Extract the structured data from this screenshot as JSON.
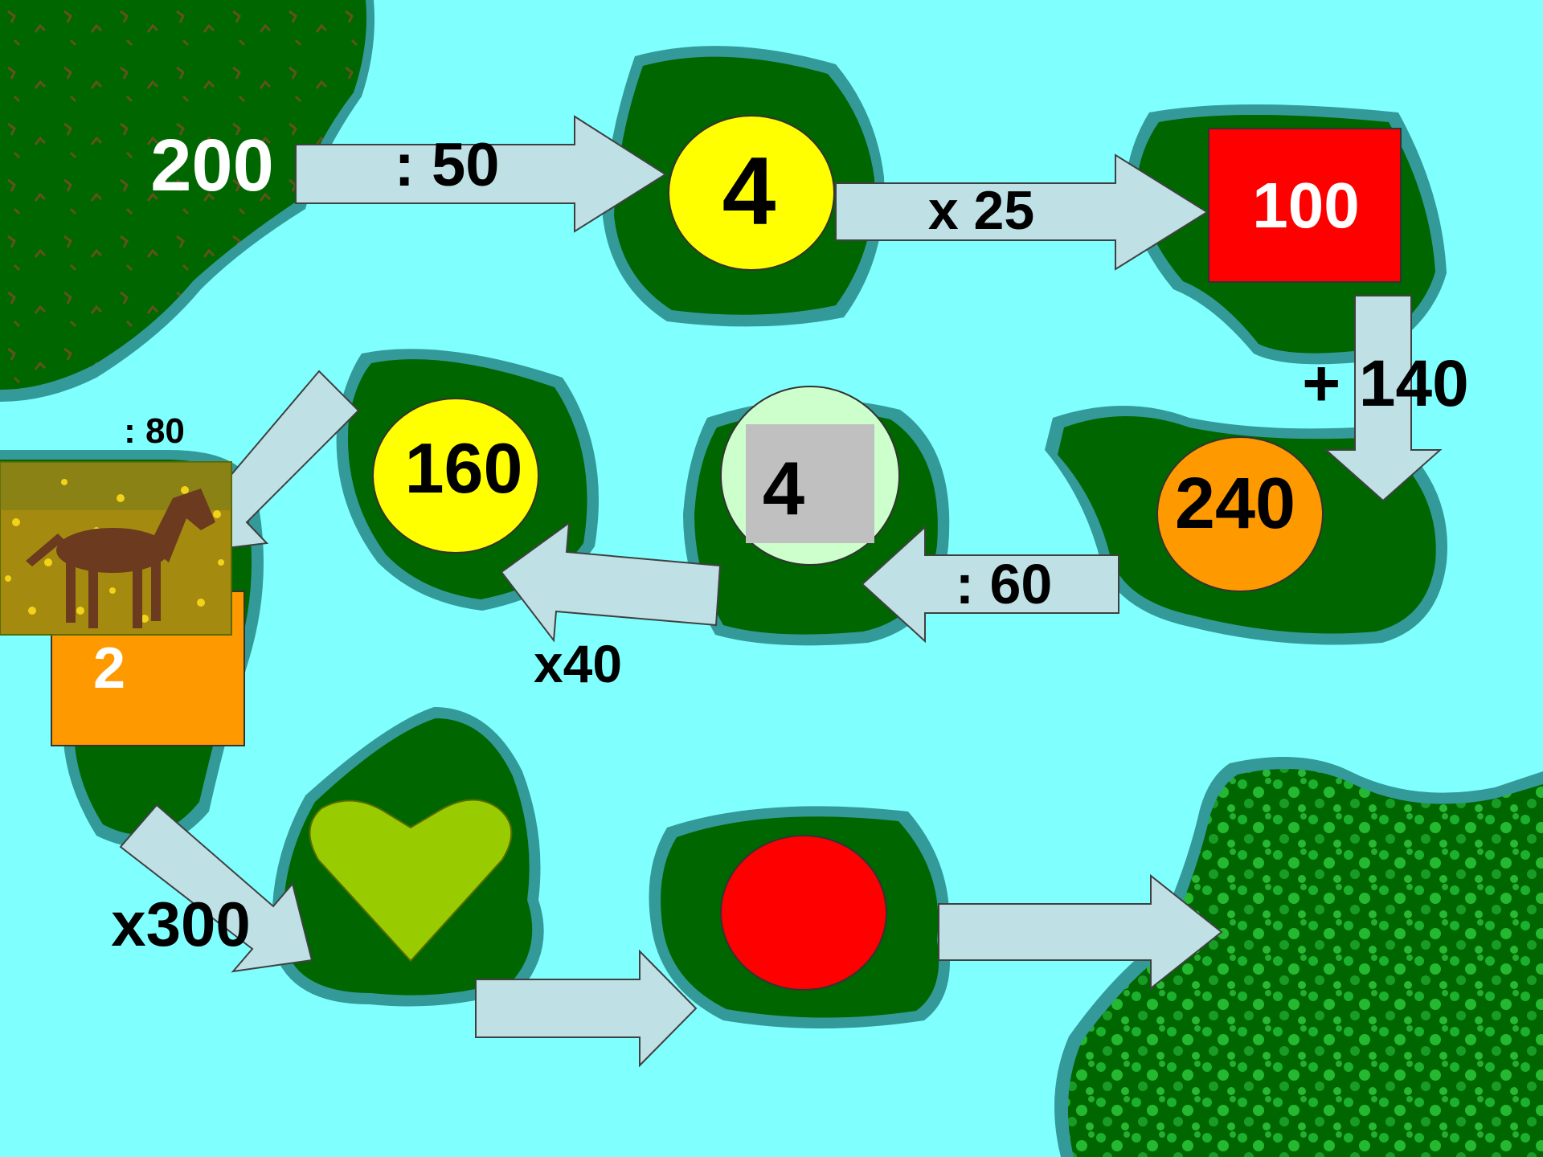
{
  "start": {
    "value": "200"
  },
  "steps": [
    {
      "op": ": 50",
      "result": "4",
      "result_shape": "circle",
      "result_color": "#ffff00"
    },
    {
      "op": "x 25",
      "result": "100",
      "result_shape": "square",
      "result_color": "#ff0000"
    },
    {
      "op": "+ 140",
      "result": "240",
      "result_shape": "circle",
      "result_color": "#ff9900"
    },
    {
      "op": ": 60",
      "result": "4",
      "result_shape": "circle",
      "result_color": "#ccffcc"
    },
    {
      "op": "x40",
      "result": "160",
      "result_shape": "circle",
      "result_color": "#ffff00"
    },
    {
      "op": ": 80",
      "result": "2",
      "result_shape": "rectangle",
      "result_color": "#ff9900"
    },
    {
      "op": "x300",
      "result": "",
      "result_shape": "heart",
      "result_color": "#99cc00"
    },
    {
      "op": "",
      "result": "",
      "result_shape": "circle",
      "result_color": "#ff0000"
    },
    {
      "op": "",
      "result": "",
      "result_shape": "goal-island",
      "result_color": "#00cc33"
    }
  ],
  "picture": {
    "subject": "brown foal standing in a field of yellow flowers"
  },
  "colors": {
    "water": "#80ffff",
    "island": "#006600",
    "island_shore": "#339999",
    "arrow_fill": "#bfe1e6",
    "arrow_stroke": "#404040",
    "heart_outline": "#556b00",
    "mask_gray": "#c0c0c0"
  }
}
